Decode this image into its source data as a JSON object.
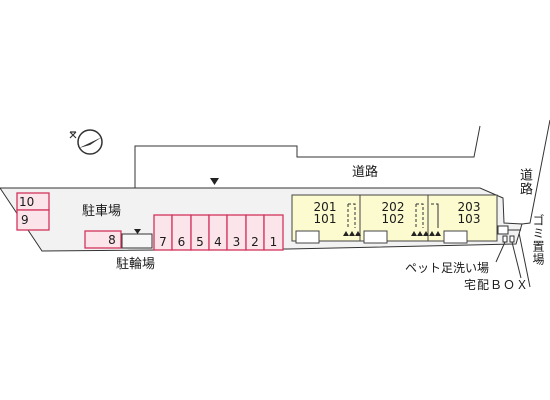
{
  "colors": {
    "background": "#ffffff",
    "lot_fill": "#f2f2f2",
    "stroke": "#333333",
    "parking_fill": "#fbe4ea",
    "parking_stroke": "#d2355d",
    "building_fill": "#fbfbcf",
    "building_stroke": "#444444"
  },
  "icons": {
    "compass": "north-arrow-icon",
    "entrance": "entrance-triangle-icon"
  },
  "labels": {
    "road_top": "道路",
    "road_right": "道路",
    "parking_lot": "駐車場",
    "bicycle_parking": "駐輪場",
    "garbage": "ゴミ置場",
    "pet_wash": "ペット足洗い場",
    "delivery_box": "宅配ＢＯＸ"
  },
  "parking": {
    "left_stack": [
      "10",
      "9"
    ],
    "single": "8",
    "row": [
      "7",
      "6",
      "5",
      "4",
      "3",
      "2",
      "1"
    ]
  },
  "units": [
    {
      "upper": "201",
      "lower": "101"
    },
    {
      "upper": "202",
      "lower": "102"
    },
    {
      "upper": "203",
      "lower": "103"
    }
  ]
}
